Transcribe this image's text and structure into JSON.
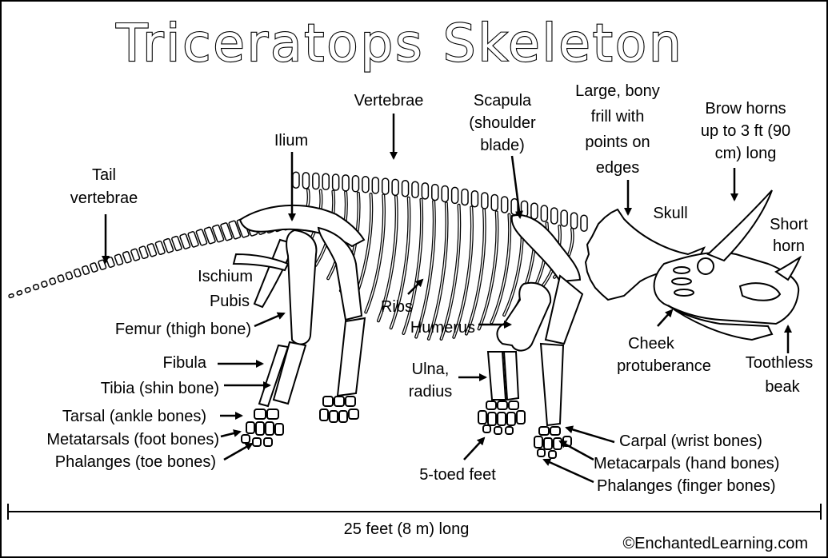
{
  "title": "Triceratops Skeleton",
  "labels": {
    "tail_vertebrae_1": "Tail",
    "tail_vertebrae_2": "vertebrae",
    "ilium": "Ilium",
    "vertebrae": "Vertebrae",
    "scapula_1": "Scapula",
    "scapula_2": "(shoulder",
    "scapula_3": "blade)",
    "frill_1": "Large, bony",
    "frill_2": "frill with",
    "frill_3": "points on",
    "frill_4": "edges",
    "brow_1": "Brow horns",
    "brow_2": "up to 3 ft (90",
    "brow_3": "cm) long",
    "skull": "Skull",
    "short_horn_1": "Short",
    "short_horn_2": "horn",
    "ischium": "Ischium",
    "pubis": "Pubis",
    "ribs": "Ribs",
    "femur": "Femur (thigh bone)",
    "humerus": "Humerus",
    "fibula": "Fibula",
    "tibia": "Tibia (shin bone)",
    "ulna_1": "Ulna,",
    "ulna_2": "radius",
    "cheek_1": "Cheek",
    "cheek_2": "protuberance",
    "toothless_1": "Toothless",
    "toothless_2": "beak",
    "tarsal": "Tarsal (ankle bones)",
    "metatarsals": "Metatarsals (foot bones)",
    "phalanges_toe": "Phalanges (toe bones)",
    "five_toed": "5-toed feet",
    "carpal": "Carpal (wrist bones)",
    "metacarpals": "Metacarpals (hand bones)",
    "phalanges_finger": "Phalanges (finger bones)"
  },
  "scale_text": "25 feet (8 m) long",
  "copyright": "©EnchantedLearning.com"
}
